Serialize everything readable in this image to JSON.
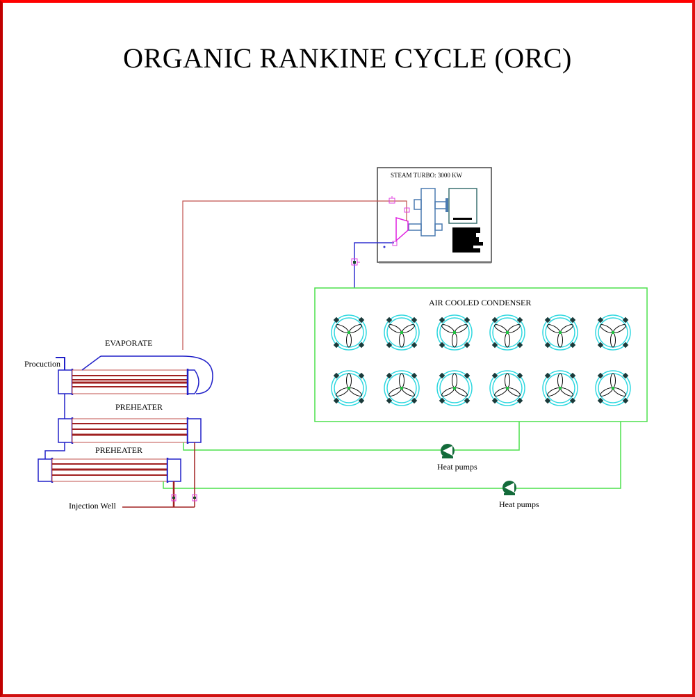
{
  "title": "ORGANIC RANKINE CYCLE (ORC)",
  "labels": {
    "turbine": "STEAM TURBO: 3000 KW",
    "condenser": "AIR COOLED CONDENSER",
    "evaporator": "EVAPORATE",
    "preheater_1": "PREHEATER",
    "preheater_2": "PREHEATER",
    "production": "Procuction",
    "injection": "Injection Well",
    "pump_1": "Heat pumps",
    "pump_2": "Heat pumps"
  },
  "condenser": {
    "fan_rows": 2,
    "fan_cols": 6
  },
  "colors": {
    "hot_pipe": "#c0504d",
    "cold_pipe": "#2020c8",
    "cooling_pipe": "#4ce04c",
    "valve": "#e040e0",
    "fan_ring": "#30d8e0",
    "pump": "#136b3a",
    "frame": "#e00000"
  }
}
